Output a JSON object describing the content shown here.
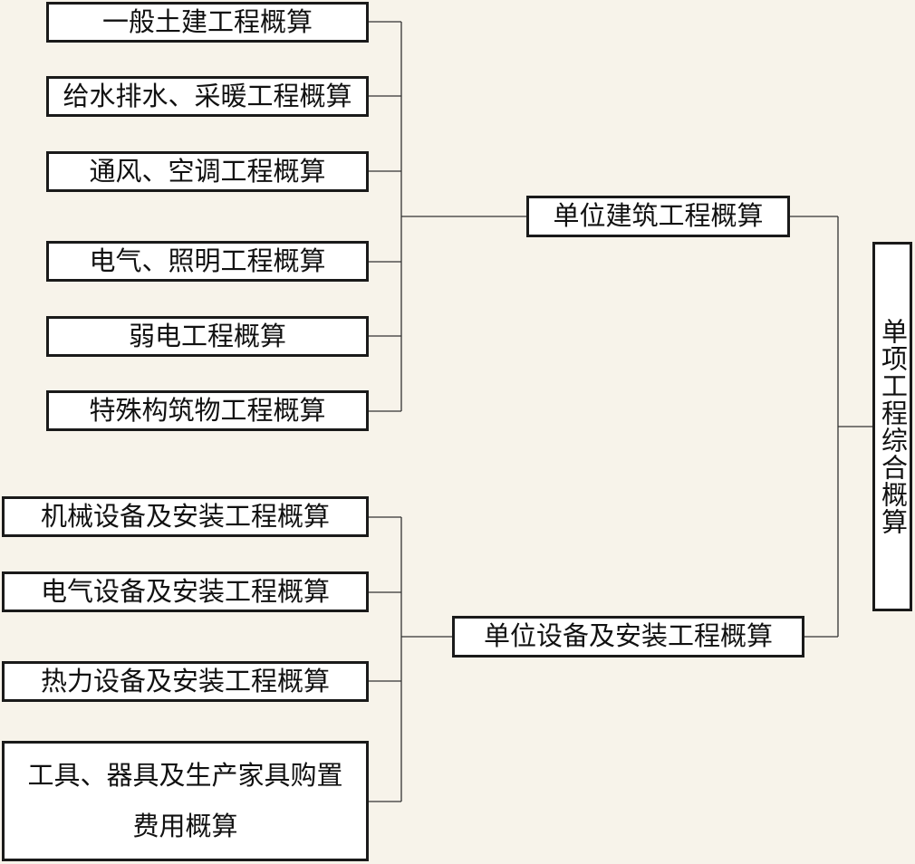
{
  "root": {
    "label": "单项工程综合概算"
  },
  "groups": [
    {
      "label": "单位建筑工程概算",
      "items": [
        "一般土建工程概算",
        "给水排水、采暖工程概算",
        "通风、空调工程概算",
        "电气、照明工程概算",
        "弱电工程概算",
        "特殊构筑物工程概算"
      ]
    },
    {
      "label": "单位设备及安装工程概算",
      "items": [
        "机械设备及安装工程概算",
        "电气设备及安装工程概算",
        "热力设备及安装工程概算",
        "工具、器具及生产家具购置费用概算"
      ]
    }
  ]
}
